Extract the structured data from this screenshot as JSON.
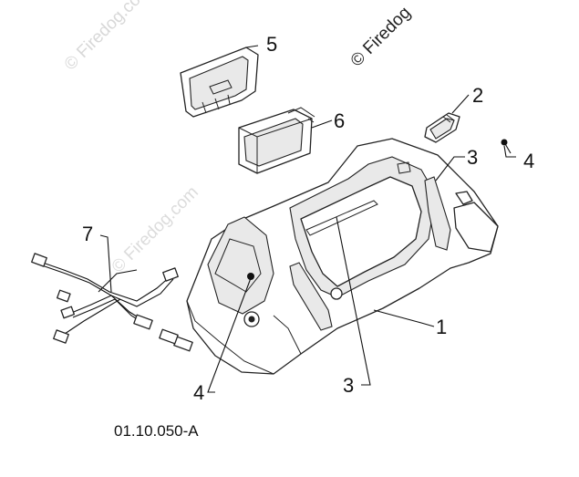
{
  "diagram": {
    "drawing_code": "01.10.050-A",
    "watermark_text": "© Firedog.com",
    "watermark_short": "© Firedog",
    "callouts": {
      "c1": "1",
      "c2": "2",
      "c3a": "3",
      "c3b": "3",
      "c4a": "4",
      "c4b": "4",
      "c5": "5",
      "c6": "6",
      "c7": "7"
    }
  }
}
